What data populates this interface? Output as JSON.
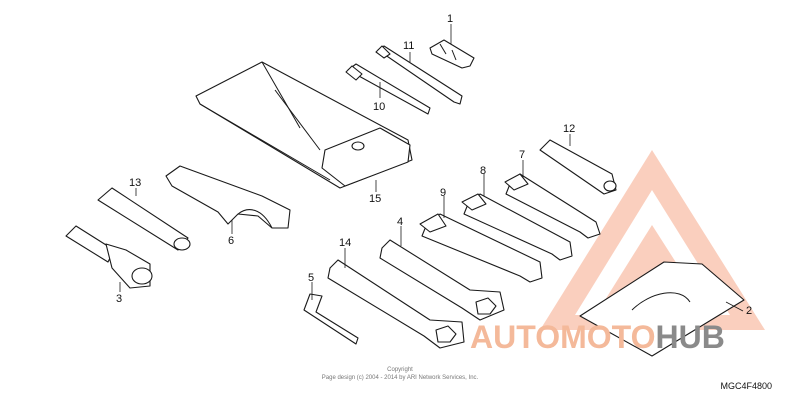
{
  "diagram": {
    "callouts": [
      {
        "id": "c1",
        "label": "1"
      },
      {
        "id": "c2",
        "label": "2"
      },
      {
        "id": "c3",
        "label": "3"
      },
      {
        "id": "c4",
        "label": "4"
      },
      {
        "id": "c5",
        "label": "5"
      },
      {
        "id": "c6",
        "label": "6"
      },
      {
        "id": "c7",
        "label": "7"
      },
      {
        "id": "c8",
        "label": "8"
      },
      {
        "id": "c9",
        "label": "9"
      },
      {
        "id": "c10",
        "label": "10"
      },
      {
        "id": "c11",
        "label": "11"
      },
      {
        "id": "c12",
        "label": "12"
      },
      {
        "id": "c13",
        "label": "13"
      },
      {
        "id": "c14",
        "label": "14"
      },
      {
        "id": "c15",
        "label": "15"
      }
    ],
    "copyright_line1": "Copyright",
    "copyright_line2": "Page design (c) 2004 - 2014 by ARI Network Services, Inc.",
    "diagram_code": "MGC4F4800"
  },
  "watermark": {
    "text_accent": "AUTOMOTO",
    "text_dark": "HUB",
    "accent_color": "#e8542a",
    "dark_color": "#6e6e6e"
  }
}
